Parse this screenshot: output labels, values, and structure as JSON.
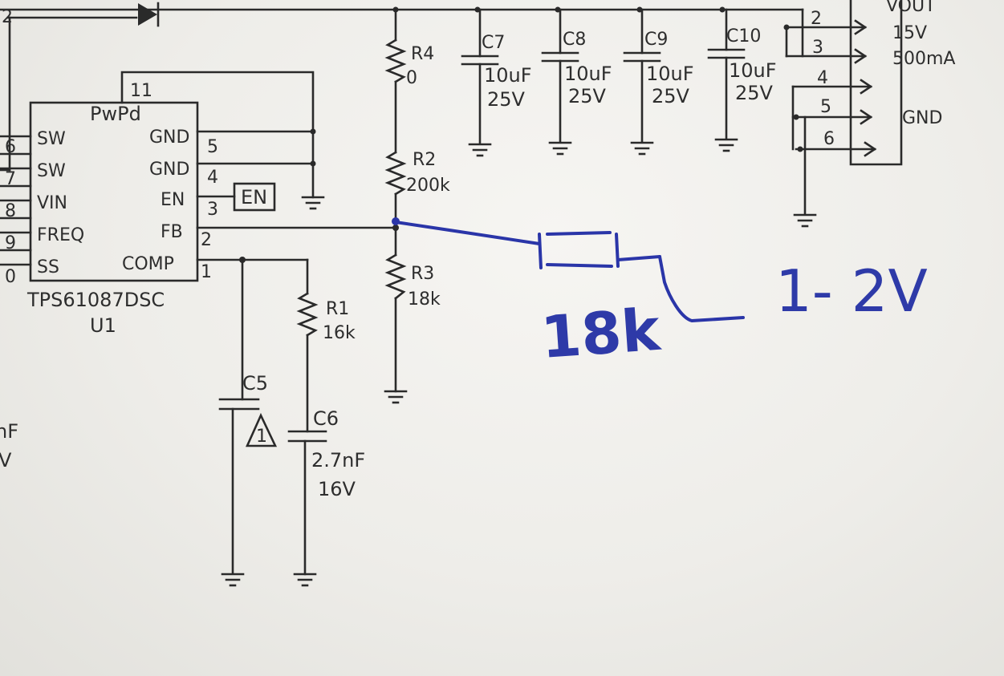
{
  "ic": {
    "part": "TPS61087DSC",
    "ref": "U1",
    "pad_label": "PwPd",
    "pad_pin": "11",
    "left_pins": [
      {
        "num": "6",
        "name": "SW"
      },
      {
        "num": "7",
        "name": "SW"
      },
      {
        "num": "8",
        "name": "VIN"
      },
      {
        "num": "9",
        "name": "FREQ"
      },
      {
        "num": "0",
        "name": "SS"
      }
    ],
    "right_pins": [
      {
        "num": "5",
        "name": "GND"
      },
      {
        "num": "4",
        "name": "GND"
      },
      {
        "num": "3",
        "name": "EN"
      },
      {
        "num": "2",
        "name": "FB"
      },
      {
        "num": "1",
        "name": "COMP"
      }
    ]
  },
  "en_label": "EN",
  "top_left_fragment": "2",
  "left_edge_fragments": [
    "nF",
    "V"
  ],
  "resistors": [
    {
      "ref": "R4",
      "value": "0"
    },
    {
      "ref": "R2",
      "value": "200k"
    },
    {
      "ref": "R3",
      "value": "18k"
    },
    {
      "ref": "R1",
      "value": "16k"
    }
  ],
  "output_caps": [
    {
      "ref": "C7",
      "value": "10uF",
      "voltage": "25V"
    },
    {
      "ref": "C8",
      "value": "10uF",
      "voltage": "25V"
    },
    {
      "ref": "C9",
      "value": "10uF",
      "voltage": "25V"
    },
    {
      "ref": "C10",
      "value": "10uF",
      "voltage": "25V"
    }
  ],
  "comp_caps": [
    {
      "ref": "C5",
      "note": "1"
    },
    {
      "ref": "C6",
      "value": "2.7nF",
      "voltage": "16V"
    }
  ],
  "connector": {
    "title": "VOUT",
    "voltage": "15V",
    "current": "500mA",
    "pins": [
      "2",
      "3",
      "4",
      "5",
      "6"
    ],
    "gnd_label": "GND"
  },
  "handwritten": {
    "resistor_value": "18k",
    "voltage_range": "1- 2V",
    "ink_color": "#2a35a8"
  }
}
